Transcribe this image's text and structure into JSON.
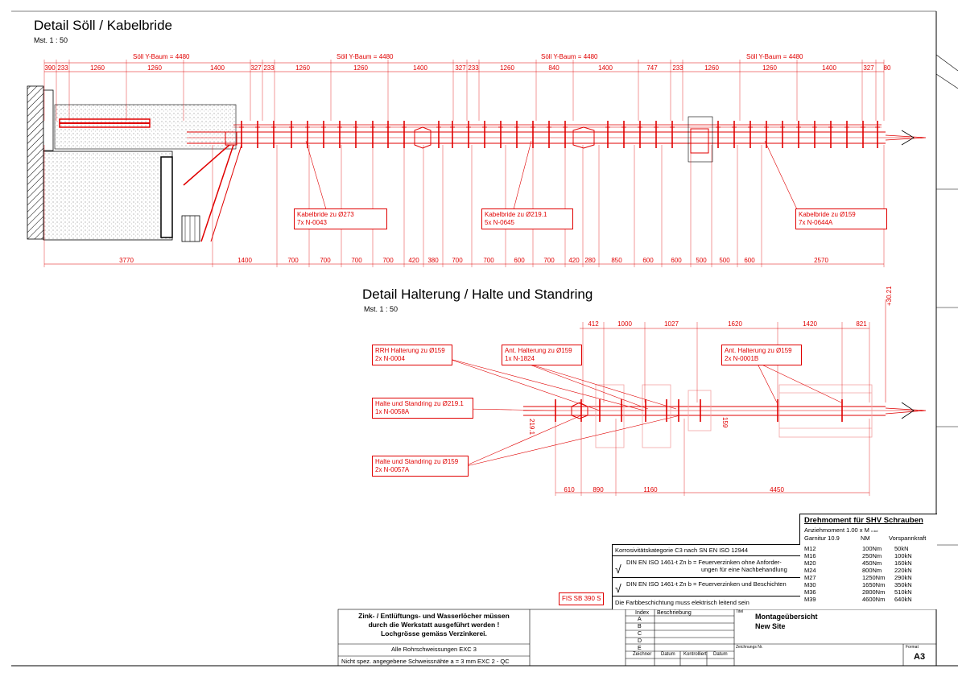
{
  "detail1": {
    "title": "Detail Söll / Kabelbride",
    "scale": "Mst. 1 : 50",
    "boom_labels": [
      "Söll Y-Baum = 4480",
      "Söll Y-Baum = 4480",
      "Söll Y-Baum = 4480",
      "Söll Y-Baum = 4480"
    ],
    "top_dims": [
      "390",
      "233",
      "1260",
      "1260",
      "1400",
      "327",
      "233",
      "1260",
      "1260",
      "1400",
      "327",
      "233",
      "1260",
      "840",
      "1400",
      "747",
      "233",
      "1260",
      "1260",
      "1400",
      "327",
      "80"
    ],
    "bottom_dims": [
      "3770",
      "1400",
      "700",
      "700",
      "700",
      "700",
      "420",
      "380",
      "700",
      "700",
      "600",
      "700",
      "420",
      "280",
      "850",
      "600",
      "600",
      "500",
      "500",
      "600",
      "2570"
    ],
    "callouts": [
      {
        "line1": "Kabelbride zu Ø273",
        "line2": "7x N-0043"
      },
      {
        "line1": "Kabelbride zu Ø219.1",
        "line2": "5x N-0645"
      },
      {
        "line1": "Kabelbride zu Ø159",
        "line2": "7x N-0644A"
      }
    ]
  },
  "detail2": {
    "title": "Detail Halterung / Halte und Standring",
    "scale": "Mst. 1 : 50",
    "top_dims": [
      "412",
      "1000",
      "1027",
      "1620",
      "1420",
      "821"
    ],
    "bottom_dims": [
      "610",
      "890",
      "1160",
      "4450"
    ],
    "side_dim": "+30.21",
    "pipe_labels": [
      "219.1",
      "159"
    ],
    "callouts": [
      {
        "line1": "RRH Halterung zu Ø159",
        "line2": "2x N-0004"
      },
      {
        "line1": "Ant. Halterung zu Ø159",
        "line2": "1x N-1824"
      },
      {
        "line1": "Ant. Halterung zu Ø159",
        "line2": "2x N-0001B"
      },
      {
        "line1": "Halte und Standring zu Ø219.1",
        "line2": "1x N-0058A"
      },
      {
        "line1": "Halte und Standring zu Ø159",
        "line2": "2x N-0057A"
      }
    ]
  },
  "torque": {
    "title": "Drehmoment für SHV Schrauben",
    "sub1": "Anziehmoment 1.00 x M",
    "sub1_suffix": "x dol",
    "sub2": "Garnitur 10.9",
    "col_nm": "NM",
    "col_force": "Vorspannkraft",
    "rows": [
      {
        "size": "M12",
        "nm": "100Nm",
        "kn": "50kN"
      },
      {
        "size": "M16",
        "nm": "250Nm",
        "kn": "100kN"
      },
      {
        "size": "M20",
        "nm": "450Nm",
        "kn": "160kN"
      },
      {
        "size": "M24",
        "nm": "800Nm",
        "kn": "220kN"
      },
      {
        "size": "M27",
        "nm": "1250Nm",
        "kn": "290kN"
      },
      {
        "size": "M30",
        "nm": "1650Nm",
        "kn": "350kN"
      },
      {
        "size": "M36",
        "nm": "2800Nm",
        "kn": "510kN"
      },
      {
        "size": "M39",
        "nm": "4600Nm",
        "kn": "640kN"
      }
    ]
  },
  "corrosion": {
    "title": "Korrosivitätskategorie C3 nach SN EN ISO 12944",
    "opt1_a": "DIN EN ISO 1461-t Zn b = Feuerverzinken ohne Anforder-",
    "opt1_b": "ungen für eine Nachbehandlung",
    "opt2": "DIN EN ISO 1461-t Zn b = Feuerverzinken und Beschichten",
    "note": "Die Farbbeschichtung muss elektrisch leitend sein"
  },
  "fis": "FIS SB 390 S",
  "workshop": {
    "line1": "Zink- / Entlüftungs- und Wasserlöcher müssen",
    "line2": "durch die Werkstatt ausgeführt werden !",
    "line3": "Lochgrösse gemäss Verzinkerei.",
    "weld1": "Alle Rohrschweissungen EXC 3",
    "weld2": "Nicht spez. angegebene Schweissnähte a = 3 mm EXC 2 - QC"
  },
  "revision": {
    "col_index": "Index",
    "col_desc": "Beschriebung",
    "indexes": [
      "A",
      "B",
      "C",
      "D",
      "E"
    ],
    "footer": [
      "Zeichner",
      "Datum",
      "Kontrolliert",
      "Datum"
    ]
  },
  "titleblock": {
    "titel_label": "Titel",
    "title": "Montageübersicht",
    "subtitle": "New Site",
    "drawing_no_label": "Zeichnungs Nr.",
    "format_label": "Format",
    "format": "A3"
  },
  "colors": {
    "line": "#e00000",
    "frame": "#000000"
  }
}
